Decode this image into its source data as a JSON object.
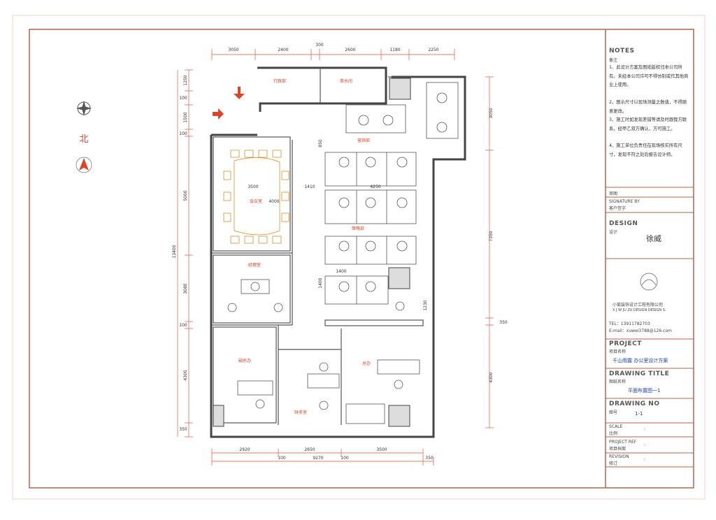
{
  "compass": {
    "north_label": "北"
  },
  "rooms": {
    "conference": "会议室",
    "manager": "经理室",
    "vice_gm": "副总办",
    "finance": "财务室",
    "general": "总办",
    "admin_room": "行政部",
    "pantry": "茶水间",
    "dept1": "营销部",
    "dept2": "策略部"
  },
  "dims": {
    "top": [
      "3050",
      "2400",
      "300",
      "2600",
      "1180",
      "2250"
    ],
    "left": [
      "1250",
      "100",
      "1500",
      "100",
      "5000",
      "3080",
      "100",
      "4300",
      "350",
      "13400"
    ],
    "right": [
      "3050",
      "7350",
      "350",
      "4300"
    ],
    "bottom_row1": [
      "2920",
      "2650",
      "3500"
    ],
    "bottom_row2": [
      "100",
      "100",
      "350"
    ],
    "bottom_total": "9270",
    "inner": [
      "3500",
      "1410",
      "4000",
      "4250",
      "1400",
      "1400",
      "1230",
      "850"
    ]
  },
  "titleblock": {
    "notes_title": "NOTES",
    "notes_cn": "备注",
    "notes": [
      "1、此设计方案及图纸版权归本公司所有。未经本公司许可不得仿制或作其他商业上使用。",
      "2、图示尺寸以现场测量之数值，不得随意更改。",
      "3、施工时如发现差错等请及时跟我方联系，经甲乙双方确认，方可施工。",
      "4、施工单位负责任在现场核实所有尺寸，发现不符之处后报告设计师。"
    ],
    "review": "审图",
    "signature_en": "SIGNATURE BY",
    "signature_cn": "客户签字",
    "design_en": "DESIGN",
    "design_cn": "设计",
    "designer": "徐威",
    "company_cn": "小菊装饰设计工程有限公司",
    "company_en": "X J W JU ZU DESIGN DESIGN S.",
    "tel": "TEL：13911782703",
    "email": "E-mail：xuwei3788@126.com",
    "project_en": "PROJECT",
    "project_cn": "项目名称",
    "project_name": "千山雨露 办公室设计方案",
    "drawing_title_en": "DRAWING TITLE",
    "drawing_title_cn": "图纸名称",
    "drawing_title": "平面布置图一1",
    "drawing_no_en": "DRAWING NO",
    "drawing_no_cn": "图号",
    "drawing_no": "1-1",
    "scale_en": "SCALE",
    "scale_cn": "比例",
    "scale_value": ":",
    "project_ref_en": "PROJECT REF",
    "project_ref_cn": "项目档案",
    "project_ref_value": ":",
    "revision_en": "REVISION",
    "revision_cn": "修订",
    "revision_value": ":"
  },
  "colors": {
    "frame": "#b3664d",
    "dims": "#e5533a",
    "walls": "#444444",
    "furniture": "#555555",
    "accent": "#d8902a"
  }
}
